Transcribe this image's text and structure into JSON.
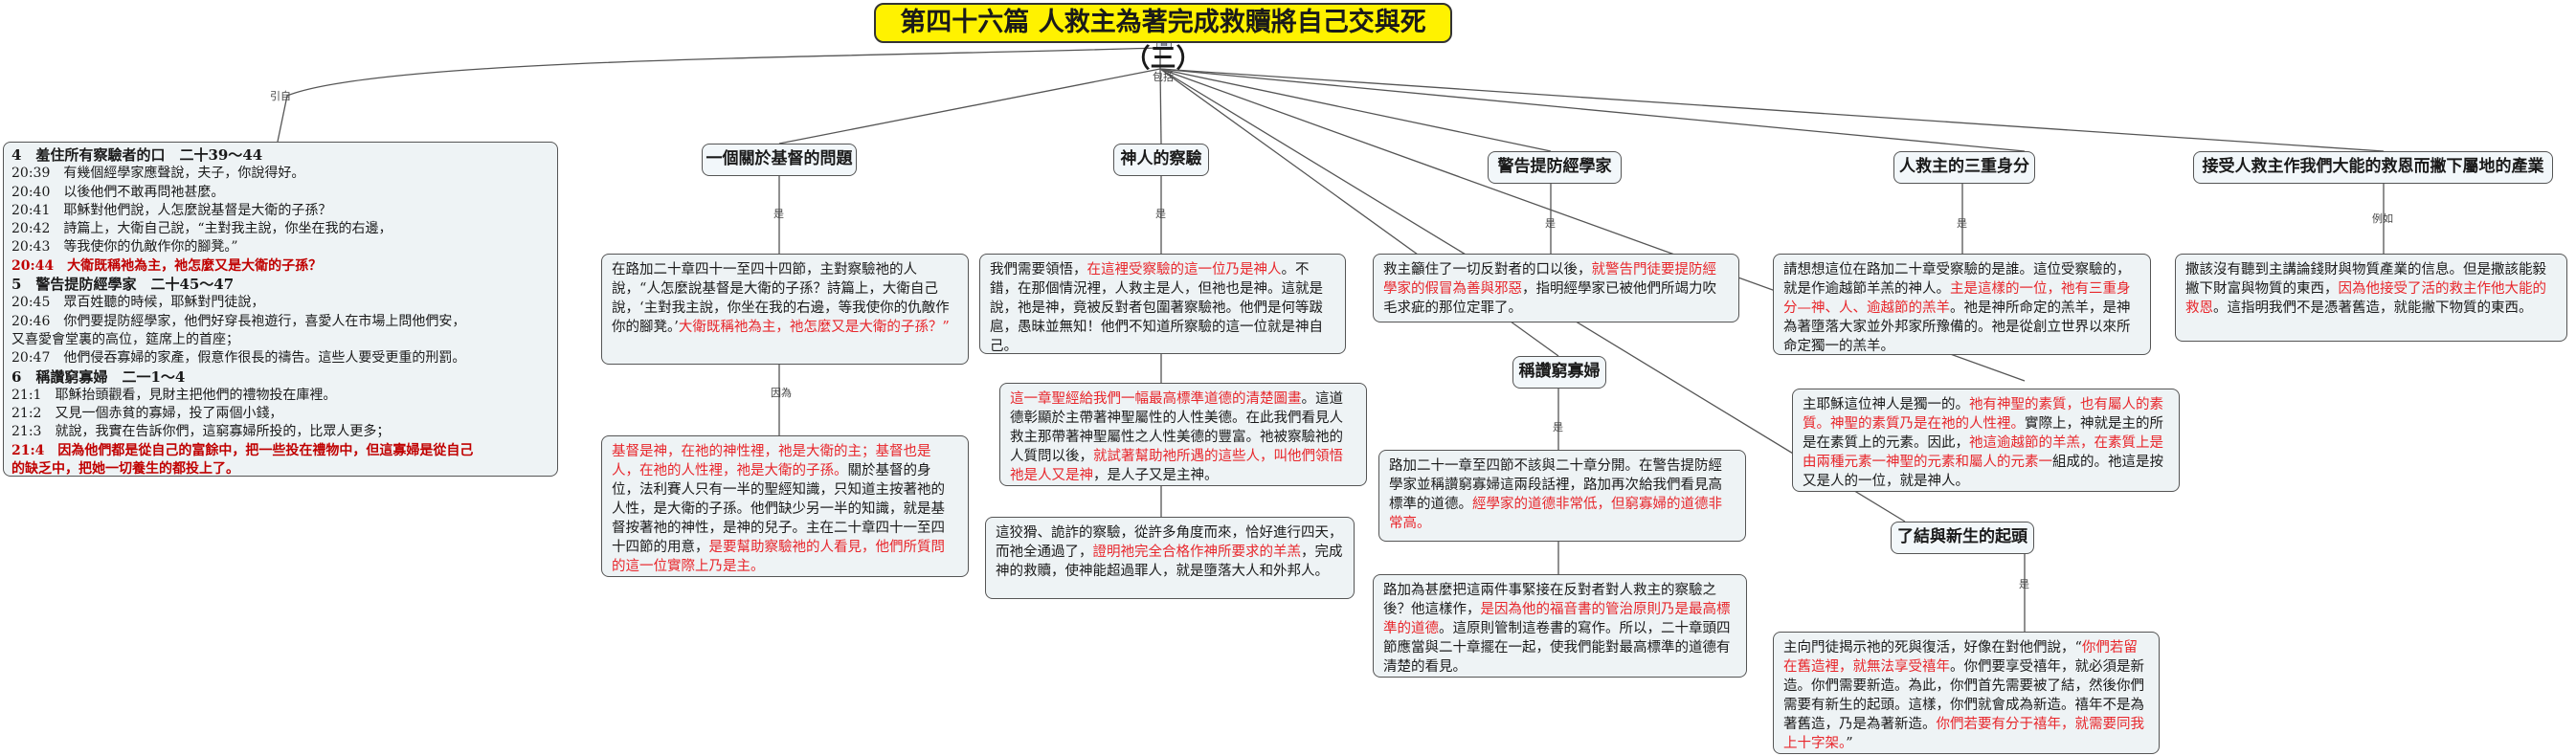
{
  "title": "第四十六篇 人救主為著完成救贖將自己交與死（三）",
  "labels": {
    "yinbai": "引自",
    "baokuo": "包括",
    "shi": "是",
    "yinwei": "因為",
    "liru": "例如"
  },
  "left_panel": {
    "h1": "4　羞住所有察驗者的口　二十39～44",
    "v2039": "20:39　有幾個經學家應聲說，夫子，你說得好。",
    "v2040": "20:40　以後他們不敢再問祂甚麼。",
    "v2041": "20:41　耶穌對他們說，人怎麼說基督是大衛的子孫？",
    "v2042": "20:42　詩篇上，大衛自己說，“主對我主說，你坐在我的右邊，",
    "v2043": "20:43　等我使你的仇敵作你的腳凳。”",
    "v2044": "20:44　大衛既稱祂為主，祂怎麼又是大衛的子孫？",
    "h2": "5　警告提防經學家　二十45～47",
    "v2045": "20:45　眾百姓聽的時候，耶穌對門徒說，",
    "v2046a": "20:46　你們要提防經學家，他們好穿長袍遊行，喜愛人在市場上問他們安，",
    "v2046b": "又喜愛會堂裏的高位，筵席上的首座；",
    "v2047": "20:47　他們侵吞寡婦的家產，假意作很長的禱告。這些人要受更重的刑罰。",
    "h3": "6　稱讚窮寡婦　二一1～4",
    "v211": "21:1　耶穌抬頭觀看，見財主把他們的禮物投在庫裡。",
    "v212": "21:2　又見一個赤貧的寡婦，投了兩個小錢，",
    "v213": "21:3　就說，我實在告訴你們，這窮寡婦所投的，比眾人更多；",
    "v214a": "21:4　因為他們都是從自己的富餘中，把一些投在禮物中，但這寡婦是從自己",
    "v214b": "的缺乏中，把她一切養生的都投上了。"
  },
  "topics": {
    "t1": "一個關於基督的問題",
    "t2": "神人的察驗",
    "t3": "警告提防經學家",
    "t3b": "稱讚窮寡婦",
    "t4": "人救主的三重身分",
    "t4b": "了結與新生的起頭",
    "t5": "接受人救主作我們大能的救恩而撇下屬地的產業"
  },
  "boxes": {
    "b1": "在路加二十章四十一至四十四節，主對察驗祂的人說，“人怎麼說基督是大衛的子孫？詩篇上，大衛自己說，‘主對我主說，你坐在我的右邊，等我使你的仇敵作你的腳凳。’",
    "b1r": "大衛既稱祂為主，祂怎麼又是大衛的子孫？”",
    "b1c_r1": "基督是神，在祂的神性裡，祂是大衛的主；基督也是人，在祂的人性裡，祂是大衛的子孫。",
    "b1c_t": "關於基督的身位，法利賽人只有一半的聖經知識，只知道主按著祂的人性，是大衛的子孫。他們缺少另一半的知識，就是基督按著祂的神性，是神的兒子。主在二十章四十一至四十四節的用意，",
    "b1c_r2": "是要幫助察驗祂的人看見，他們所質問的這一位實際上乃是主。",
    "b2_t1": "我們需要領悟，",
    "b2_r1": "在這裡受察驗的這一位乃是神人",
    "b2_t2": "。不錯，在那個情況裡，人救主是人，但祂也是神。這就是說，祂是神，竟被反對者包圍著察驗祂。他們是何等跋扈，愚昧並無知！他們不知道所察驗的這一位就是神自己。",
    "b2b_r1": "這一章聖經給我們一幅最高標準道德的清楚圖畫",
    "b2b_t1": "。這道德彰顯於主帶著神聖屬性的人性美德。在此我們看見人救主那帶著神聖屬性之人性美德的豐富。祂被察驗祂的人質問以後，",
    "b2b_r2": "就試著幫助祂所遇的這些人，叫他們領悟祂是人又是神",
    "b2b_t2": "，是人子又是主神。",
    "b2c": "這狡猾、詭詐的察驗，從許多角度而來，恰好進行四天，而祂全通過了，",
    "b2c_r": "證明祂完全合格作神所要求的羊羔",
    "b2c_t2": "，完成神的救贖，使神能超過罪人，就是墮落大人和外邦人。",
    "b3_t1": "救主籲住了一切反對者的口以後，",
    "b3_r1": "就警告門徒要提防經學家的假冒為善與邪惡",
    "b3_t2": "，指明經學家已被他們所竭力吹毛求疵的那位定罪了。",
    "b3b_t1": "路加二十一章至四節不該與二十章分開。在警告提防經學家並稱讚窮寡婦這兩段話裡，路加再次給我們看見高標準的道德。",
    "b3b_r1": "經學家的道德非常低，但窮寡婦的道德非常高。",
    "b3c_t1": "路加為甚麼把這兩件事緊接在反對者對人救主的察驗之後？他這樣作，",
    "b3c_r1": "是因為他的福音書的管治原則乃是最高標準的道德",
    "b3c_t2": "。這原則管制這卷書的寫作。所以，二十章頭四節應當與二十章擺在一起，使我們能對最高標準的道德有清楚的看見。",
    "b4_t1": "請想想這位在路加二十章受察驗的是誰。這位受察驗的，就是作逾越節羊羔的神人。",
    "b4_r1": "主是這樣的一位，祂有三重身分—神、人、逾越節的羔羊",
    "b4_t2": "。祂是神所命定的羔羊，是神為著墮落大家並外邦家所豫備的。祂是從創立世界以來所命定獨一的羔羊。",
    "b4b_t1": "主耶穌這位神人是獨一的。",
    "b4b_r1": "祂有神聖的素質，也有屬人的素質。神聖的素質乃是在祂的人性裡。",
    "b4b_t2": "實際上，神就是主的所是在素質上的元素。因此，",
    "b4b_r2": "祂這逾越節的羊羔，在素質上是由兩種元素一神聖的元素和屬人的元素一",
    "b4b_t3": "組成的。祂這是按又是人的一位，就是神人。",
    "b4c_t1": "主向門徒揭示祂的死與復活，好像在對他們說，“",
    "b4c_r1": "你們若留在舊造裡，就無法享受禧年",
    "b4c_t2": "。你們要享受禧年，就必須是新造。你們需要新造。為此，你們首先需要被了結，然後你們需要有新生的起頭。這樣，你們就會成為新造。禧年不是為著舊造，乃是為著新造。",
    "b4c_r2": "你們若要有分于禧年，就需要同我上十字架。",
    "b4c_t3": "”",
    "b5_t1": "撒該沒有聽到主講論錢財與物質產業的信息。但是撒該能毅撇下財富與物質的東西，",
    "b5_r1": "因為他接受了活的救主作他大能的救恩",
    "b5_t2": "。這指明我們不是憑著舊造，就能撇下物質的東西。"
  }
}
